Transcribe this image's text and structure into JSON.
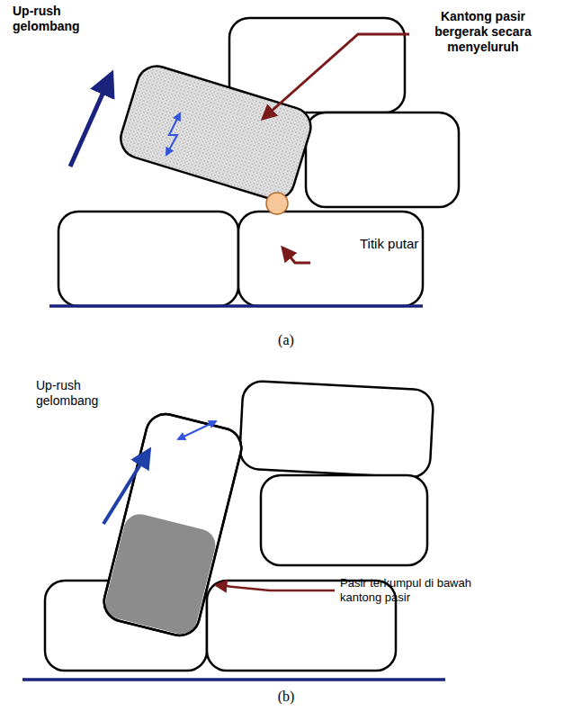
{
  "diagram": {
    "labels": [
      "Up-rush gelombang",
      "Kantong pasir bergerak secara menyeluruh",
      "Titik putar",
      "(a)",
      "Up-rush gelombang",
      "Pasir terkumpul di bawah kantong pasir",
      "(b)"
    ]
  }
}
